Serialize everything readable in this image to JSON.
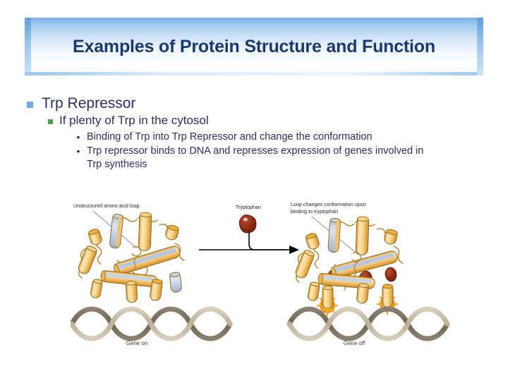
{
  "slide": {
    "title": "Examples of Protein Structure and Function",
    "background_color": "#ffffff",
    "title_text_color": "#1b3a6b",
    "title_gradient_edge_color": "#5e9fdd"
  },
  "bullets": {
    "level1": {
      "marker": "square-bullet-blue",
      "marker_color": "#73a9df",
      "text": "Trp Repressor"
    },
    "level2": {
      "marker": "square-bullet-green",
      "marker_color": "#4e9b52",
      "text": "If plenty of Trp in the cytosol"
    },
    "level3": [
      {
        "marker": "•",
        "text": "Binding of Trp into Trp Repressor and change the conformation"
      },
      {
        "marker": "•",
        "text": "Trp repressor binds to DNA and represses expression of genes involved in Trp synthesis"
      }
    ],
    "text_color": "#2c2f63"
  },
  "figure": {
    "name": "trp-repressor-dna-binding-diagram",
    "left_panel": {
      "annotation": "Unstructured amino acid loop",
      "dna_caption": "Gene on"
    },
    "middle": {
      "molecule_label": "Tryptophan",
      "arrow": "right-arrow"
    },
    "right_panel": {
      "annotation_line1": "Loop changes conformation upon",
      "annotation_line2": "binding to tryptophan",
      "dna_caption": "Gene off"
    },
    "colors": {
      "helix_gold": "#e9a63c",
      "helix_light": "#fbe3a8",
      "helix_blue_face": "#b9c8de",
      "tryptophan_red": "#8e2b14",
      "dna_dark": "#7a6e5a",
      "dna_light": "#c8bdab",
      "starburst_orange": "#f6a11f",
      "outline": "#8a6a20"
    }
  }
}
